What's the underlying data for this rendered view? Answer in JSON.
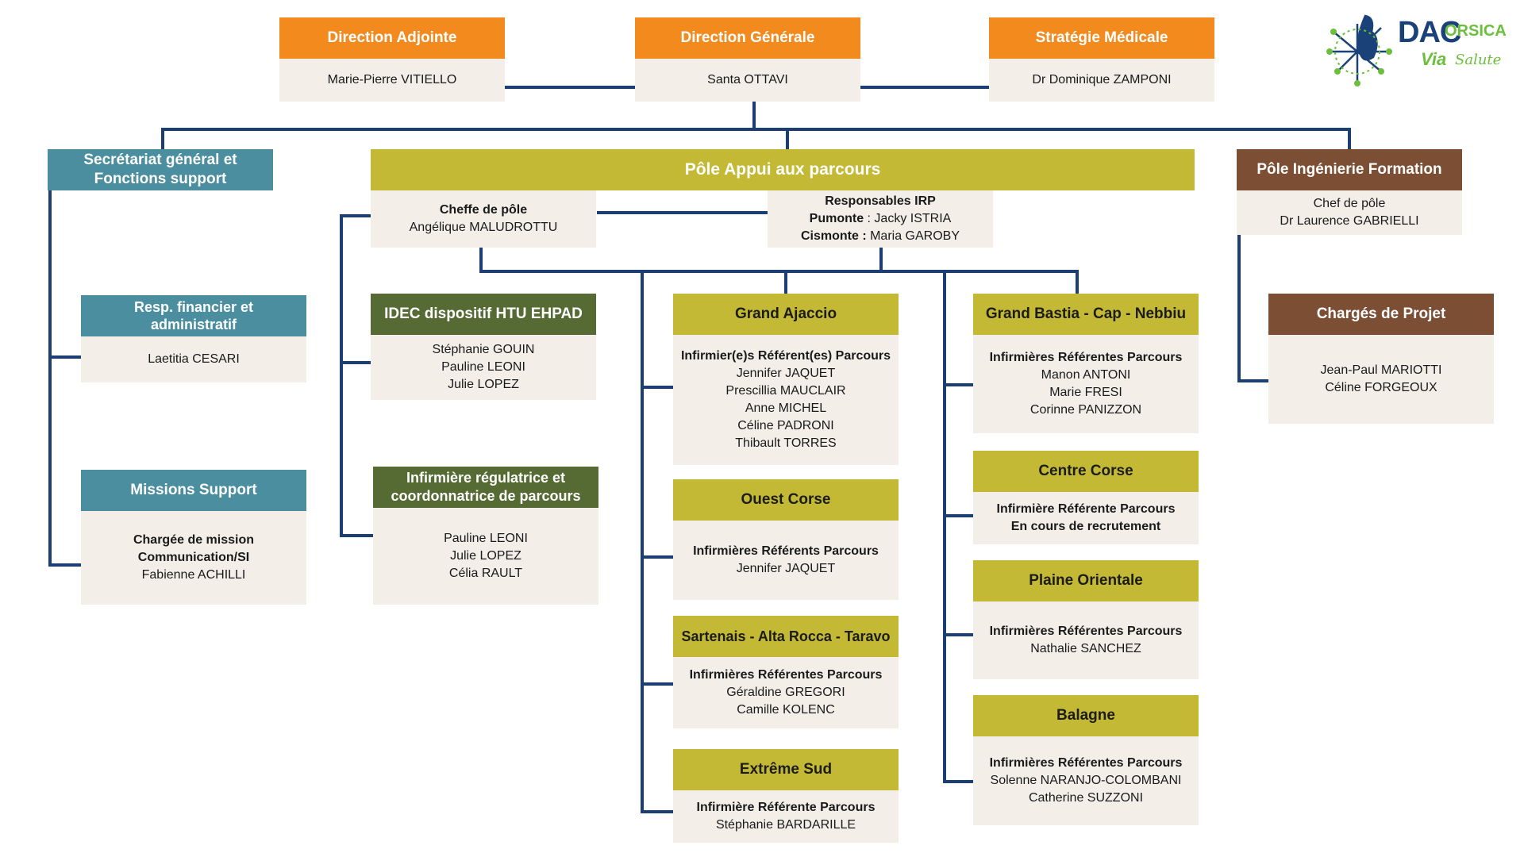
{
  "top": {
    "adjointe": {
      "title": "Direction Adjointe",
      "name": "Marie-Pierre VITIELLO"
    },
    "generale": {
      "title": "Direction Générale",
      "name": "Santa OTTAVI"
    },
    "medicale": {
      "title": "Stratégie Médicale",
      "name": "Dr Dominique ZAMPONI"
    }
  },
  "logo": {
    "dac": "DAC",
    "corsica": "ORSICA",
    "via": "Via",
    "salute": "Salute"
  },
  "secretariat": {
    "title_line1": "Secrétariat général et",
    "title_line2": "Fonctions support",
    "resp": {
      "title_line1": "Resp. financier et",
      "title_line2": "administratif",
      "name": "Laetitia CESARI"
    },
    "missions": {
      "title": "Missions Support",
      "role_line1": "Chargée de mission",
      "role_line2": "Communication/SI",
      "name": "Fabienne ACHILLI"
    }
  },
  "pole_appui": {
    "title": "Pôle Appui aux parcours",
    "cheffe": {
      "role": "Cheffe de pôle",
      "name": "Angélique MALUDROTTU"
    },
    "irp": {
      "title": "Responsables IRP",
      "pumonte_label": "Pumonte",
      "pumonte_name": " : Jacky ISTRIA",
      "cismonte_label": "Cismonte :",
      "cismonte_name": " Maria GAROBY"
    },
    "idec": {
      "title": "IDEC dispositif HTU EHPAD",
      "names": [
        "Stéphanie GOUIN",
        "Pauline LEONI",
        "Julie LOPEZ"
      ]
    },
    "regulatrice": {
      "title_line1": "Infirmière régulatrice et",
      "title_line2": "coordonnatrice de parcours",
      "names": [
        "Pauline LEONI",
        "Julie LOPEZ",
        "Célia RAULT"
      ]
    }
  },
  "territories": {
    "grand_ajaccio": {
      "title": "Grand Ajaccio",
      "role": "Infirmier(e)s Référent(es) Parcours",
      "names": [
        "Jennifer JAQUET",
        "Prescillia MAUCLAIR",
        "Anne MICHEL",
        "Céline PADRONI",
        "Thibault TORRES"
      ]
    },
    "ouest_corse": {
      "title": "Ouest Corse",
      "role": "Infirmières Référents Parcours",
      "names": [
        "Jennifer JAQUET"
      ]
    },
    "sartenais": {
      "title": "Sartenais - Alta Rocca - Taravo",
      "role": "Infirmières Référentes Parcours",
      "names": [
        "Géraldine GREGORI",
        "Camille KOLENC"
      ]
    },
    "extreme_sud": {
      "title": "Extrême Sud",
      "role": "Infirmière Référente Parcours",
      "names": [
        "Stéphanie BARDARILLE"
      ]
    },
    "grand_bastia": {
      "title": "Grand Bastia - Cap - Nebbiu",
      "role": "Infirmières Référentes Parcours",
      "names": [
        "Manon ANTONI",
        "Marie FRESI",
        "Corinne PANIZZON"
      ]
    },
    "centre_corse": {
      "title": "Centre Corse",
      "role": "Infirmière Référente Parcours",
      "role2": "En cours de recrutement"
    },
    "plaine_orientale": {
      "title": "Plaine Orientale",
      "role": "Infirmières Référentes Parcours",
      "names": [
        "Nathalie SANCHEZ"
      ]
    },
    "balagne": {
      "title": "Balagne",
      "role": "Infirmières Référentes Parcours",
      "names": [
        "Solenne NARANJO-COLOMBANI",
        "Catherine SUZZONI"
      ]
    }
  },
  "pole_ingenierie": {
    "title": "Pôle Ingénierie Formation",
    "chef_role": "Chef de pôle",
    "chef_name": "Dr Laurence GABRIELLI",
    "charges": {
      "title": "Chargés de Projet",
      "names": [
        "Jean-Paul MARIOTTI",
        "Céline FORGEOUX"
      ]
    }
  },
  "colors": {
    "line": "#1b3f73",
    "orange": "#f28a1e",
    "teal": "#4a8e9f",
    "olive": "#c3b934",
    "green": "#566b33",
    "brown": "#7c4e34",
    "body": "#f3efe8"
  }
}
